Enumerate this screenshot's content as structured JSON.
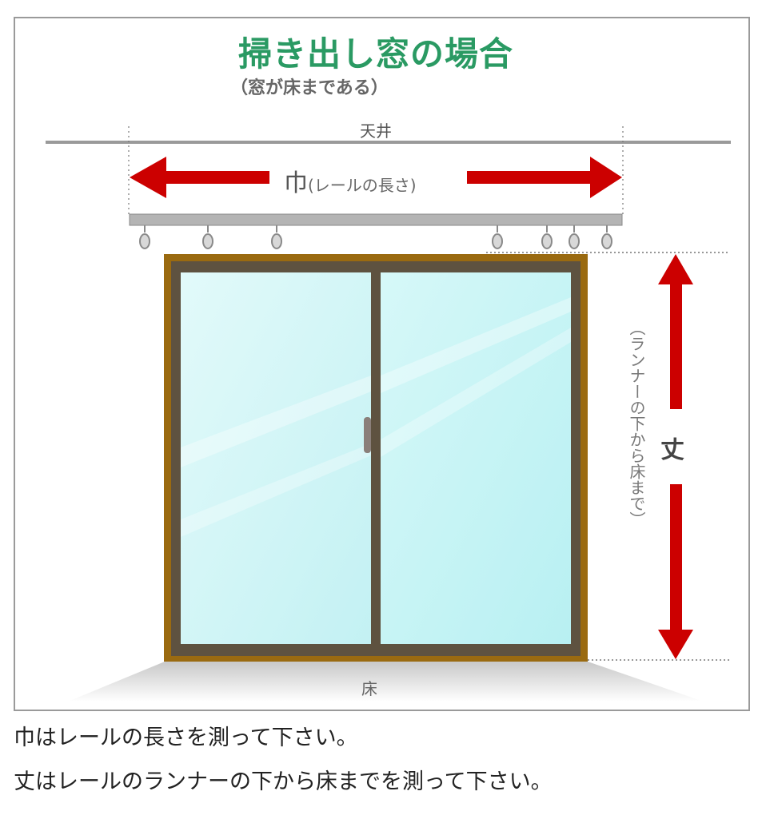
{
  "diagram": {
    "title": "掃き出し窓の場合",
    "subtitle": "（窓が床まである）",
    "labels": {
      "ceiling": "天井",
      "width_main": "巾",
      "width_note": "(レールの長さ)",
      "height_main": "丈",
      "height_note": "（ランナーの下から床まで）",
      "floor": "床"
    },
    "runner_count": 7,
    "colors": {
      "title_green": "#2a9a63",
      "arrow_red": "#cc0000",
      "frame_outer": "#9a6a10",
      "frame_inner": "#5e5240",
      "glass": "#c6f3f4",
      "rail_gray": "#b4b4b4"
    }
  },
  "instructions": {
    "line1": "巾はレールの長さを測って下さい。",
    "line2": "丈はレールのランナーの下から床までを測って下さい。"
  }
}
